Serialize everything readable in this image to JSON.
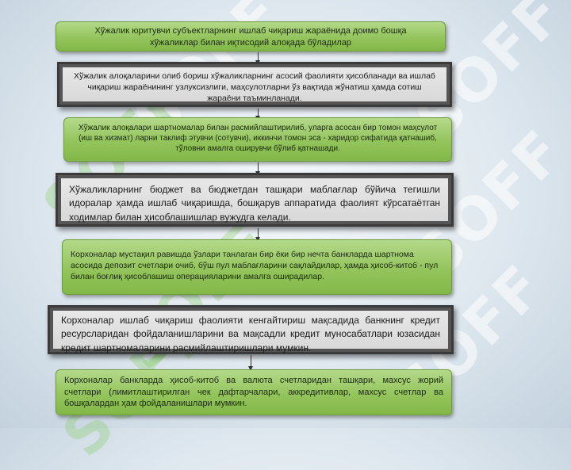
{
  "diagram": {
    "box1": "Хўжалик юритувчи субъектларнинг ишлаб чиқариш жараёнида доимо бошқа хўжаликлар билан иқтисодий алоқада бўладилар",
    "box2": "Хўжалик алоқаларини олиб бориш хўжаликларнинг асосий фаолияти ҳисобланади ва ишлаб чиқариш жараёнининг узлуксизлиги, маҳсулотларни ўз вақтида жўнатиш ҳамда сотиш жараёни таъминланади.",
    "box3": "Хўжалик алоқалари шартномалар билан расмийлаштирилиб, уларга асосан бир томон маҳсулот (иш ва хизмат) ларни таклиф этувчи (сотувчи), иккинчи томон эса - харидор сифатида қатнашиб, тўловни амалга оширувчи бўлиб қатнашади.",
    "box4": "Хўжаликларнинг бюджет ва бюджетдан ташқари маблағлар бўйича тегишли идоралар ҳамда ишлаб чиқаришда, бошқарув аппаратида фаолият кўрсатаётган ходимлар билан ҳисоблашишлар вужудга келади.",
    "box5": "Корхоналар мустақил равишда ўзлари танлаган бир ёки бир нечта банкларда шартнома асосида депозит счетлари очиб, бўш пул маблағларини сақлайдилар, ҳамда ҳисоб-китоб - пул билан боғлиқ ҳисоблашиш операцияларини амалга оширадилар.",
    "box6": "Корхоналар ишлаб чиқариш фаолияти кенгайтириш мақсадида банкнинг кредит ресурсларидан фойдаланишларини ва мақсадли кредит муносабатлари юзасидан кредит шартномаларини расмийлаштиришлари мумкин.",
    "box7": "Корхоналар банкларда ҳисоб-китоб ва валюта счетларидан ташқари, махсус жорий счетлари (лимитлаштирилган чек дафтарчалари, аккредитивлар, махсус счетлар ва бошқалардан ҳам фойдаланишлари мумкин."
  },
  "watermark": "SOFF",
  "colors": {
    "green": "#94c45c",
    "dark_frame": "#3a3a3a"
  }
}
